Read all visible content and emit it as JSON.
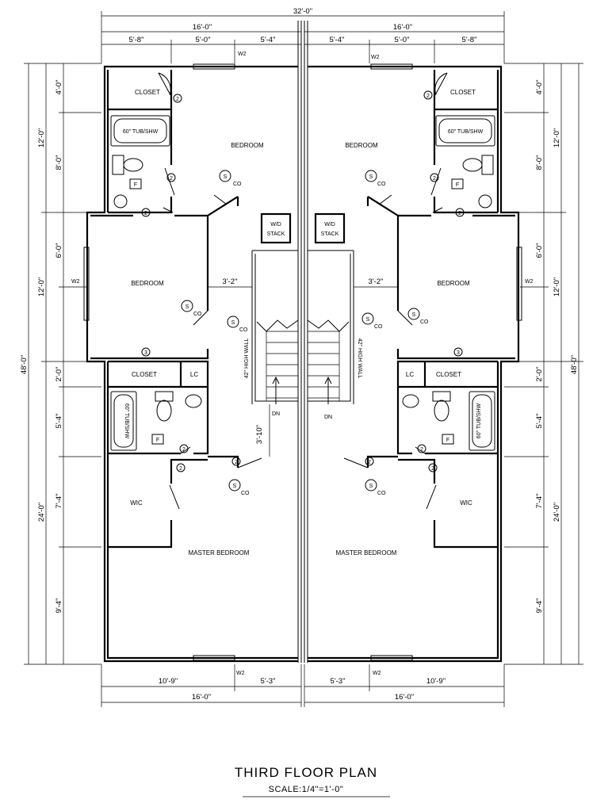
{
  "plan": {
    "title": "THIRD FLOOR PLAN",
    "scale": "SCALE:1/4\"=1'-0\""
  },
  "dimensions": {
    "overall_width": "32'-0\"",
    "unit_width": "16'-0\"",
    "top_left_segments": [
      "5'-8\"",
      "5'-0\"",
      "5'-4\""
    ],
    "top_right_segments": [
      "5'-4\"",
      "5'-0\"",
      "5'-8\""
    ],
    "bottom_left_segments": [
      "10'-9\"",
      "5'-3\""
    ],
    "bottom_right_segments": [
      "5'-3\"",
      "10'-9\""
    ],
    "overall_depth": "48'-0\"",
    "depth_sections": [
      "12'-0\"",
      "12'-0\"",
      "24'-0\""
    ],
    "side_segments": [
      "4'-0\"",
      "8'-0\"",
      "6'-0\"",
      "2'-0\"",
      "5'-4\"",
      "7'-4\"",
      "9'-4\""
    ],
    "corridor_width": "3'-2\"",
    "landing_depth": "3'-10\""
  },
  "labels": {
    "window": "W2",
    "closet": "CLOSET",
    "bedroom": "BEDROOM",
    "master_bedroom": "MASTER BEDROOM",
    "wic": "WIC",
    "linen_closet": "LC",
    "tub": "60\" TUB/SHW",
    "fan": "F",
    "wd_line1": "W/D",
    "wd_line2": "STACK",
    "half_wall": "42\" HIGH WALL",
    "stair_down": "DN",
    "smoke": "S",
    "co": "CO",
    "door_2": "2",
    "door_3": "3"
  }
}
